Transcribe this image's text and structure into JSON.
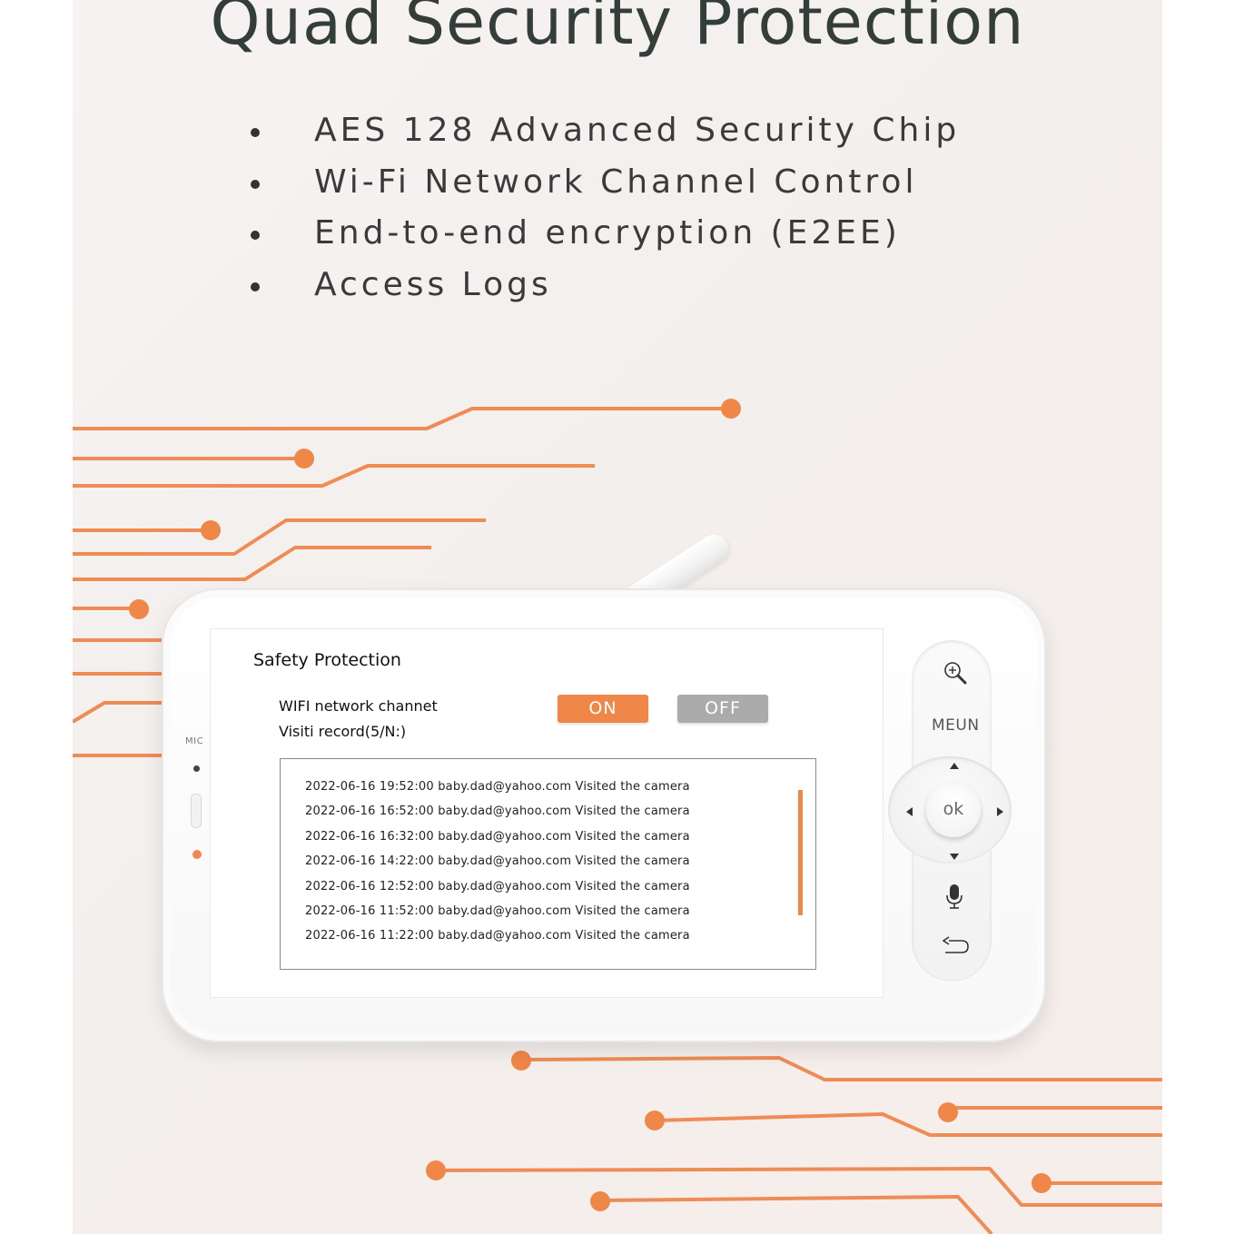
{
  "headline": "Quad Security Protection",
  "features": [
    "AES 128 Advanced Security Chip",
    "Wi-Fi Network Channel Control",
    "End-to-end encryption (E2EE)",
    "Access Logs"
  ],
  "device": {
    "mic_label": "MIC",
    "screen": {
      "title": "Safety Protection",
      "wifi_label": "WIFI network channet",
      "record_label": "Visiti record(5/N:)",
      "on_label": "ON",
      "off_label": "OFF",
      "log_entries": [
        "2022-06-16 19:52:00 baby.dad@yahoo.com Visited the camera",
        "2022-06-16 16:52:00 baby.dad@yahoo.com Visited the camera",
        "2022-06-16 16:32:00 baby.dad@yahoo.com Visited the camera",
        "2022-06-16 14:22:00 baby.dad@yahoo.com Visited the camera",
        "2022-06-16 12:52:00 baby.dad@yahoo.com Visited the camera",
        "2022-06-16 11:52:00 baby.dad@yahoo.com Visited the camera",
        "2022-06-16 11:22:00 baby.dad@yahoo.com Visited the camera"
      ]
    },
    "controls": {
      "zoom_icon": "zoom-in-icon",
      "menu_label": "MEUN",
      "ok_label": "ok",
      "mic_icon": "microphone-icon",
      "back_icon": "back-arrow-icon"
    }
  },
  "colors": {
    "accent": "#ef8748",
    "trace": "#ef8b55",
    "off_button": "#ababab",
    "headline": "#333d3a"
  }
}
